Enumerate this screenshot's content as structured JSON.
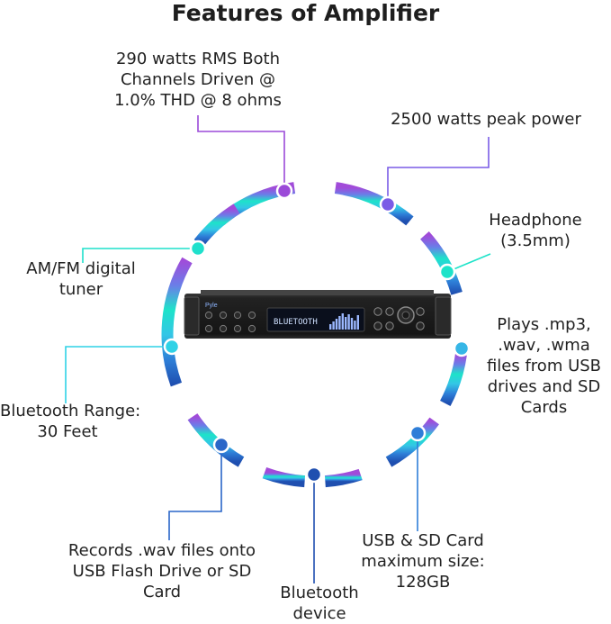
{
  "title": "Features of Amplifier",
  "colors": {
    "ring_gradient": [
      "#a14bd9",
      "#7b5ce6",
      "#45c8e6",
      "#1de3c9",
      "#2cd8e0",
      "#3aa6e8",
      "#2a72d6",
      "#1f4fb0"
    ],
    "text": "#222222",
    "device_body": "#1c1c1c",
    "display_text": "#cfe0ff"
  },
  "device": {
    "display_text": "BLUETOOTH",
    "brand_text": "Pyle"
  },
  "features": [
    {
      "id": "rms",
      "lines": [
        "290 watts RMS Both",
        "Channels Driven @",
        "1.0% THD @ 8 ohms"
      ],
      "color": "#9b4ad8"
    },
    {
      "id": "peak",
      "lines": [
        "2500 watts peak power"
      ],
      "color": "#7a5ce6"
    },
    {
      "id": "headphone",
      "lines": [
        "Headphone",
        "(3.5mm)"
      ],
      "color": "#1de3c9"
    },
    {
      "id": "formats",
      "lines": [
        "Plays .mp3,",
        ".wav, .wma",
        "files from USB",
        "drives and SD",
        "Cards"
      ],
      "color": "#36b6e6"
    },
    {
      "id": "usb-sd",
      "lines": [
        "USB & SD Card",
        "maximum size:",
        "128GB"
      ],
      "color": "#2f7ed8"
    },
    {
      "id": "bt-device",
      "lines": [
        "Bluetooth",
        "device"
      ],
      "color": "#1f4fb0"
    },
    {
      "id": "records",
      "lines": [
        "Records .wav files onto",
        "USB Flash Drive or SD",
        "Card"
      ],
      "color": "#2a66c8"
    },
    {
      "id": "bt-range",
      "lines": [
        "Bluetooth Range:",
        "30 Feet"
      ],
      "color": "#2fd2e6"
    },
    {
      "id": "tuner",
      "lines": [
        "AM/FM digital",
        "tuner"
      ],
      "color": "#1fe0cc"
    }
  ]
}
